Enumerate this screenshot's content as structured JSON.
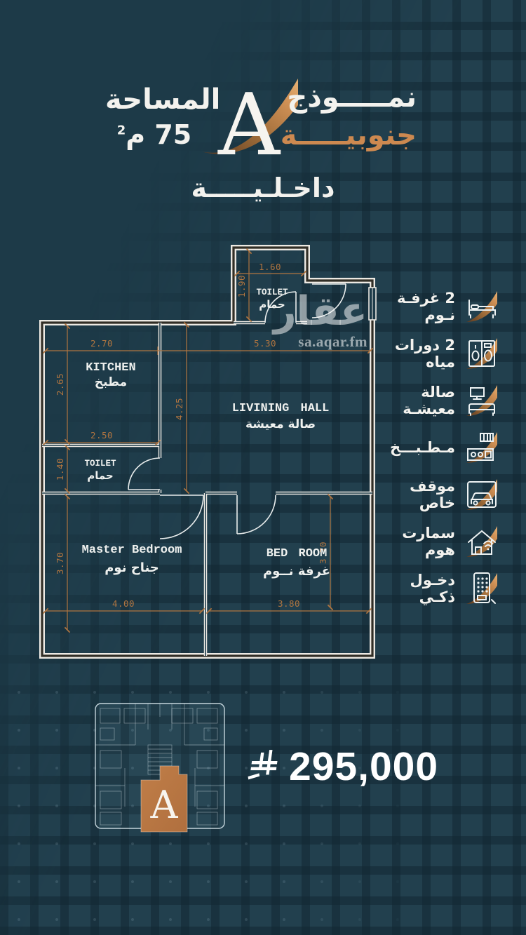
{
  "header": {
    "model_label_line1": "نمـــــوذج",
    "model_label_line2": "جنوبيـــــة",
    "model_letter": "A",
    "area_label": "المساحة",
    "area_value": "75 م",
    "area_unit_sup": "2",
    "subtitle": "داخـلـيـــــة"
  },
  "watermark": {
    "logo_text": "عقار",
    "site_text": "sa.aqar.fm"
  },
  "floor_plan": {
    "rooms": {
      "toilet_top": {
        "en": "TOILET",
        "ar": "حمام"
      },
      "kitchen": {
        "en": "KITCHEN",
        "ar": "مطبخ"
      },
      "living_hall": {
        "en": "LIVINING HALL",
        "ar": "صالة معيشة"
      },
      "toilet_master": {
        "en": "TOILET",
        "ar": "حمام"
      },
      "master_bedroom": {
        "en": "Master Bedroom",
        "ar": "جناح نوم"
      },
      "bedroom": {
        "en": "BED ROOM",
        "ar": "غرفة نــوم"
      }
    },
    "dims": {
      "toilet_top_w": "1.60",
      "toilet_top_h": "1.90",
      "kitchen_w": "2.70",
      "kitchen_h": "2.65",
      "hall_w": "5.30",
      "hall_h": "4.25",
      "toilet_master_w": "2.50",
      "toilet_master_h": "1.40",
      "master_h": "3.70",
      "master_w": "4.00",
      "bedroom_w": "3.80",
      "bedroom_h": "3.70"
    }
  },
  "features": [
    {
      "label": "2 غرفـة نـوم",
      "icon": "bed-icon"
    },
    {
      "label": "2 دورات مياه",
      "icon": "toilet-icon"
    },
    {
      "label": "صالة معيشـة",
      "icon": "living-hall-icon"
    },
    {
      "label": "مـطـبـــخ",
      "icon": "kitchen-icon"
    },
    {
      "label": "موقف خاص",
      "icon": "parking-icon"
    },
    {
      "label": "سمارت هوم",
      "icon": "smart-home-icon"
    },
    {
      "label": "دخـول ذكـي",
      "icon": "smart-entry-icon"
    }
  ],
  "building_overview": {
    "unit_letter": "A"
  },
  "price": {
    "amount": "295,000",
    "currency_icon": "saudi-riyal-symbol"
  },
  "colors": {
    "background": "#1d3a48",
    "accent_copper": "#cd8950",
    "dimension_text": "#b07540",
    "plan_lines": "#eef0ee"
  }
}
